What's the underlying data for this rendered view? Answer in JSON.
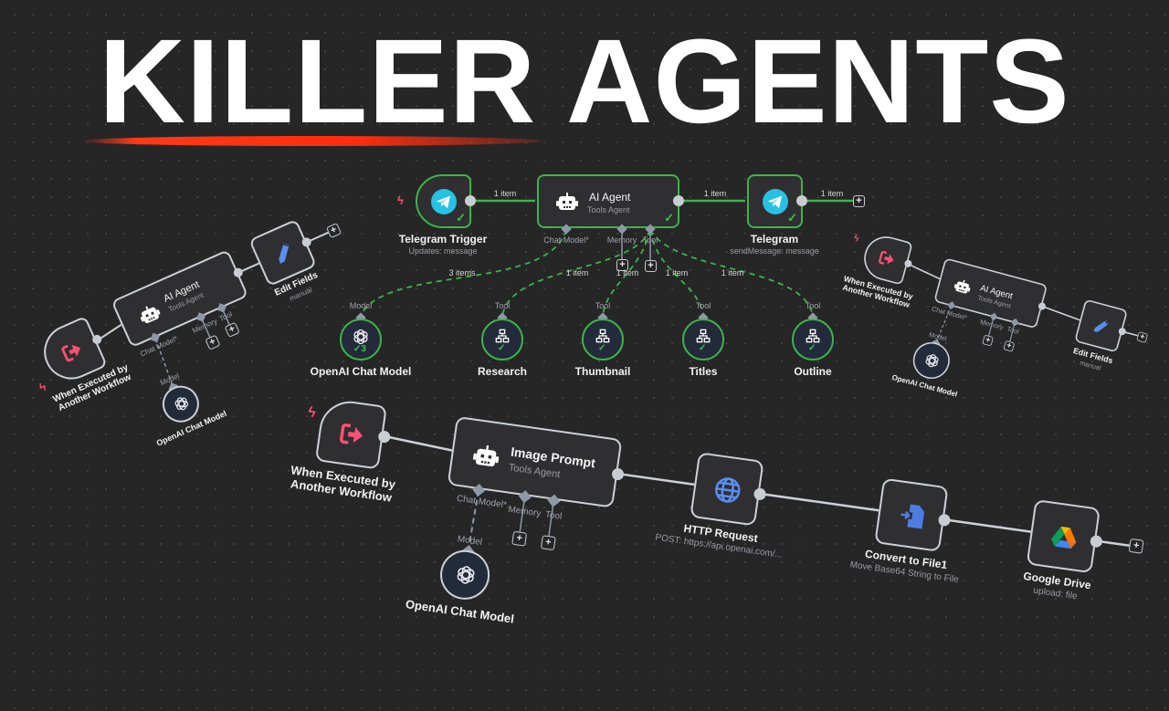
{
  "title": "KILLER AGENTS",
  "colors": {
    "accent_red": "#ff3a16",
    "success_green": "#3fb34a",
    "telegram_cyan": "#27c1e3",
    "trigger_pink": "#ff4f74",
    "icon_blue": "#5b8def"
  },
  "center_workflow": {
    "trigger": {
      "name": "Telegram Trigger",
      "subtitle": "Updates: message",
      "icon": "telegram-icon"
    },
    "agent": {
      "name": "AI Agent",
      "subtitle": "Tools Agent",
      "icon": "robot-icon"
    },
    "telegram": {
      "name": "Telegram",
      "subtitle": "sendMessage: message",
      "icon": "telegram-icon"
    },
    "edge_labels": [
      "1 item",
      "1 item",
      "1 item"
    ],
    "ports": [
      "Chat Model*",
      "Memory",
      "Tool"
    ],
    "sub_nodes": [
      {
        "port": "Model",
        "name": "OpenAI Chat Model",
        "edge_label": "3 items",
        "badge": "3",
        "icon": "openai-icon"
      },
      {
        "port": "Tool",
        "name": "Research",
        "edge_label": "1 item",
        "icon": "workflow-icon"
      },
      {
        "port": "Tool",
        "name": "Thumbnail",
        "edge_label": "1 item",
        "icon": "workflow-icon"
      },
      {
        "port": "Tool",
        "name": "Titles",
        "edge_label": "1 item",
        "icon": "workflow-icon"
      },
      {
        "port": "Tool",
        "name": "Outline",
        "edge_label": "1 item",
        "icon": "workflow-icon"
      }
    ]
  },
  "left_workflow": {
    "trigger": {
      "name_line1": "When Executed by",
      "name_line2": "Another Workflow"
    },
    "agent": {
      "name": "AI Agent",
      "subtitle": "Tools Agent"
    },
    "ports": [
      "Chat Model*",
      "Memory",
      "Tool"
    ],
    "model": {
      "port": "Model",
      "name": "OpenAI Chat Model"
    },
    "edit": {
      "name": "Edit Fields",
      "subtitle": "manual"
    }
  },
  "right_workflow": {
    "trigger": {
      "name_line1": "When Executed by",
      "name_line2": "Another Workflow"
    },
    "agent": {
      "name": "AI Agent",
      "subtitle": "Tools Agent"
    },
    "ports": [
      "Chat Model*",
      "Memory",
      "Tool"
    ],
    "model": {
      "port": "Model",
      "name": "OpenAI Chat Model"
    },
    "edit": {
      "name": "Edit Fields",
      "subtitle": "manual"
    }
  },
  "bottom_workflow": {
    "trigger": {
      "name_line1": "When Executed by",
      "name_line2": "Another Workflow"
    },
    "agent": {
      "name": "Image Prompt",
      "subtitle": "Tools Agent"
    },
    "ports": [
      "Chat Model*",
      "Memory",
      "Tool"
    ],
    "model": {
      "port": "Model",
      "name": "OpenAI Chat Model"
    },
    "http": {
      "name": "HTTP Request",
      "subtitle": "POST: https://api.openai.com/..."
    },
    "convert": {
      "name": "Convert to File1",
      "subtitle": "Move Base64 String to File"
    },
    "drive": {
      "name": "Google Drive",
      "subtitle": "upload: file"
    }
  },
  "plus_symbol": "+",
  "check_symbol": "✓"
}
